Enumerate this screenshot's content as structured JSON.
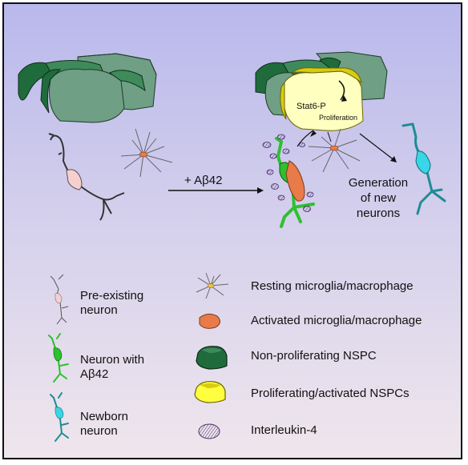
{
  "diagram": {
    "treatment_label": "+ Aβ42",
    "stat6_label": "Stat6-P",
    "proliferation_label": "Proliferation",
    "generation_label": [
      "Generation",
      "of new",
      "neurons"
    ]
  },
  "legend": {
    "preexisting_neuron": [
      "Pre-existing",
      "neuron"
    ],
    "neuron_with_abeta": [
      "Neuron with",
      "Aβ42"
    ],
    "newborn_neuron": [
      "Newborn",
      "neuron"
    ],
    "resting_microglia": "Resting microglia/macrophage",
    "activated_microglia": "Activated microglia/macrophage",
    "nonproliferating_nspc": "Non-proliferating NSPC",
    "proliferating_nspc": "Proliferating/activated NSPCs",
    "interleukin": "Interleukin-4"
  },
  "colors": {
    "nspc_green": "#6f9f84",
    "nspc_dark": "#1f6b3c",
    "nspc_yellow": "#ffffc0",
    "nspc_yellow_dark": "#d9cc10",
    "preexisting_soma": "#f6cfcf",
    "abeta_green": "#2ec02e",
    "activated_orange": "#e97a4a",
    "newborn_cyan": "#38d6e6",
    "interleukin_purple": "#5a3a78"
  }
}
